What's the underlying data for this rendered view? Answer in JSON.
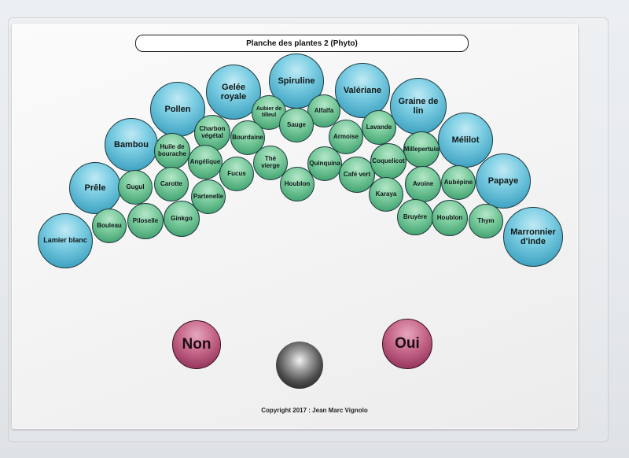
{
  "title": "Planche des plantes 2 (Phyto)",
  "copyright": "Copyright 2017 : Jean Marc Vignolo",
  "buttons": {
    "non": "Non",
    "oui": "Oui"
  },
  "outer_bubbles": [
    "Lamier blanc",
    "Prêle",
    "Bambou",
    "Pollen",
    "Gelée royale",
    "Spiruline",
    "Valériane",
    "Graine de lin",
    "Mélilot",
    "Papaye",
    "Marronnier d'inde"
  ],
  "middle_bubbles": [
    "Bouleau",
    "Gugul",
    "Huile de bourache",
    "Charbon végétal",
    "Aubier de tilleul",
    "Alfalfa",
    "Lavande",
    "Millepertuis",
    "Aubépine",
    "Thym"
  ],
  "inner_bubbles": [
    "Piloselle",
    "Ginkgo",
    "Carotte",
    "Partenelle",
    "Angélique",
    "Fucus",
    "Bourdaine",
    "Thé vierge",
    "Sauge",
    "Houblon",
    "Quinquina",
    "Armoise",
    "Café vert",
    "Coquelicot",
    "Karaya",
    "Avoine",
    "Bruyère",
    "Houblon"
  ],
  "colors": {
    "outer": "#48a9c6",
    "green": "#4aa877",
    "maroon": "#9c3a62"
  }
}
